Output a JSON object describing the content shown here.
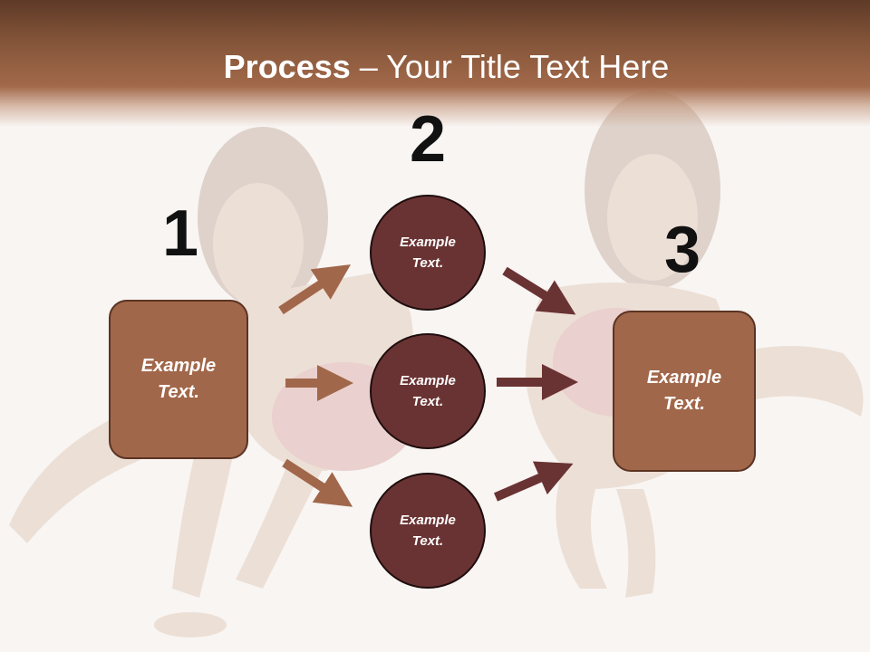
{
  "title": {
    "strong": "Process",
    "rest": " – Your Title Text Here"
  },
  "steps": {
    "one": "1",
    "two": "2",
    "three": "3"
  },
  "left_box": {
    "text": "Example Text."
  },
  "right_box": {
    "text": "Example Text."
  },
  "circles": [
    {
      "text": "Example Text."
    },
    {
      "text": "Example Text."
    },
    {
      "text": "Example Text."
    }
  ],
  "colors": {
    "title_band": "#8a5a3e",
    "box_fill": "#a1674a",
    "circle_fill": "#6a3333",
    "arrow_light": "#a1674a",
    "arrow_dark": "#6a3333"
  }
}
